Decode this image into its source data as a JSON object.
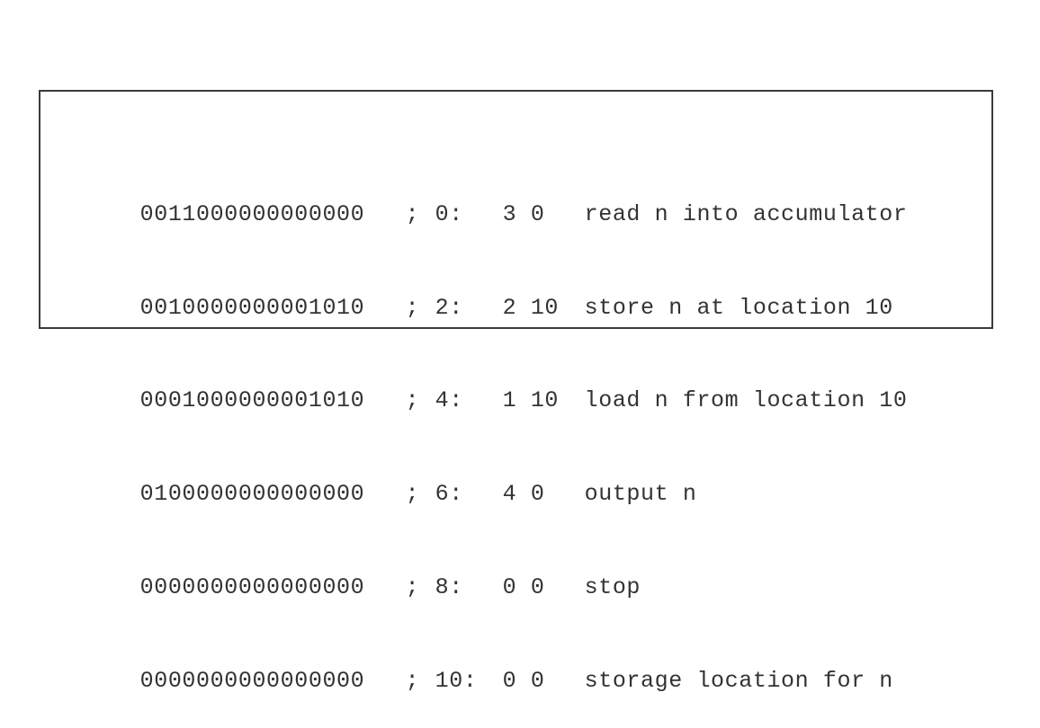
{
  "listing": {
    "lines": [
      {
        "bits": "0011000000000000",
        "sep": ";",
        "addr": "0:",
        "instr": "3 0",
        "comment": "read n into accumulator"
      },
      {
        "bits": "0010000000001010",
        "sep": ";",
        "addr": "2:",
        "instr": "2 10",
        "comment": "store n at location 10"
      },
      {
        "bits": "0001000000001010",
        "sep": ";",
        "addr": "4:",
        "instr": "1 10",
        "comment": "load n from location 10"
      },
      {
        "bits": "0100000000000000",
        "sep": ";",
        "addr": "6:",
        "instr": "4 0",
        "comment": "output n"
      },
      {
        "bits": "0000000000000000",
        "sep": ";",
        "addr": "8:",
        "instr": "0 0",
        "comment": "stop"
      },
      {
        "bits": "0000000000000000",
        "sep": ";",
        "addr": "10:",
        "instr": "0 0",
        "comment": "storage location for n"
      }
    ]
  }
}
